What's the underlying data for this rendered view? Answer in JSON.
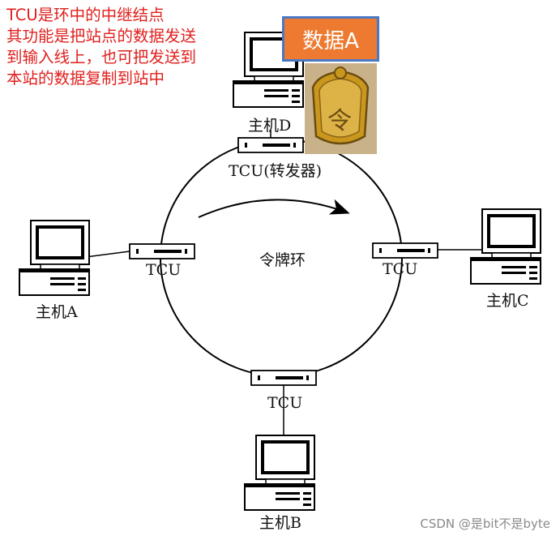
{
  "note": {
    "lines": [
      "TCU是环中的中继结点",
      "其功能是把站点的数据发送",
      "到输入线上，也可把发送到",
      "本站的数据复制到站中"
    ],
    "color": "#e0201e"
  },
  "ring_label": "令牌环",
  "token": {
    "badge_text": "数据A",
    "badge_color": "#ee7a31",
    "medal_glyph": "令"
  },
  "tcu": {
    "top": "TCU(转发器)",
    "left": "TCU",
    "right": "TCU",
    "bottom": "TCU"
  },
  "hosts": {
    "a": "主机A",
    "b": "主机B",
    "c": "主机C",
    "d": "主机D"
  },
  "watermark": "CSDN @是bit不是byte"
}
